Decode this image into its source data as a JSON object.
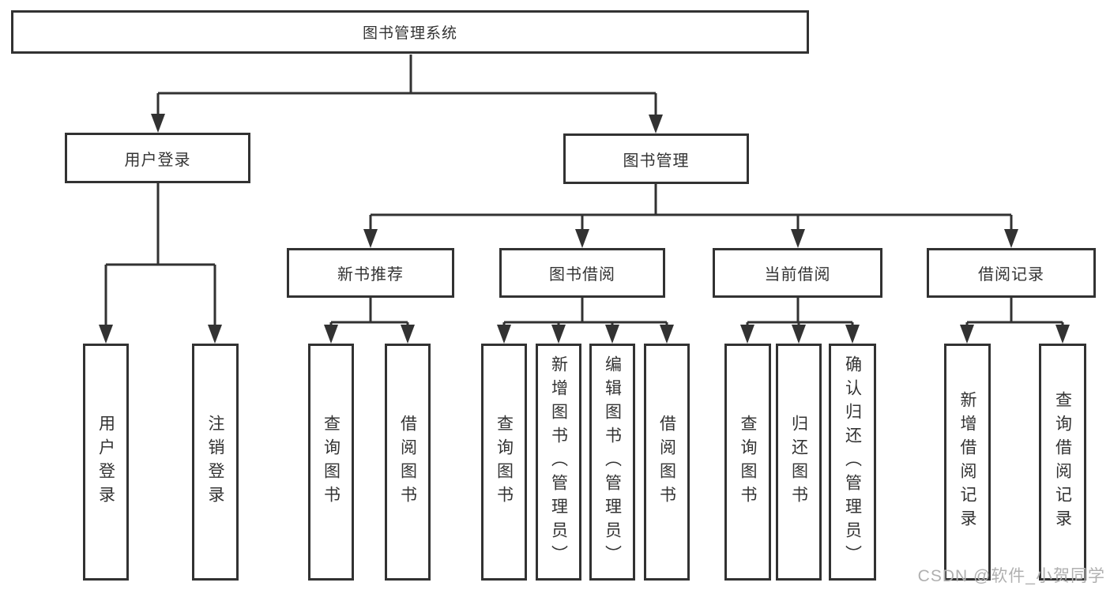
{
  "diagram": {
    "root": {
      "label": "图书管理系统"
    },
    "level2": [
      {
        "label": "用户登录"
      },
      {
        "label": "图书管理"
      }
    ],
    "level3": [
      {
        "label": "新书推荐"
      },
      {
        "label": "图书借阅"
      },
      {
        "label": "当前借阅"
      },
      {
        "label": "借阅记录"
      }
    ],
    "leaves": {
      "user_login": [
        {
          "label": "用户登录"
        },
        {
          "label": "注销登录"
        }
      ],
      "new_book": [
        {
          "label": "查询图书"
        },
        {
          "label": "借阅图书"
        }
      ],
      "book_borrow": [
        {
          "label": "查询图书"
        },
        {
          "label": "新增图书（管理员）"
        },
        {
          "label": "编辑图书（管理员）"
        },
        {
          "label": "借阅图书"
        }
      ],
      "current_borrow": [
        {
          "label": "查询图书"
        },
        {
          "label": "归还图书"
        },
        {
          "label": "确认归还（管理员）"
        }
      ],
      "borrow_record": [
        {
          "label": "新增借阅记录"
        },
        {
          "label": "查询借阅记录"
        }
      ]
    },
    "watermark": "CSDN @软件_小贺同学",
    "colors": {
      "line": "#323232",
      "box_border": "#323232",
      "text": "#333333",
      "watermark": "#b0b0b0",
      "background": "#ffffff"
    }
  }
}
